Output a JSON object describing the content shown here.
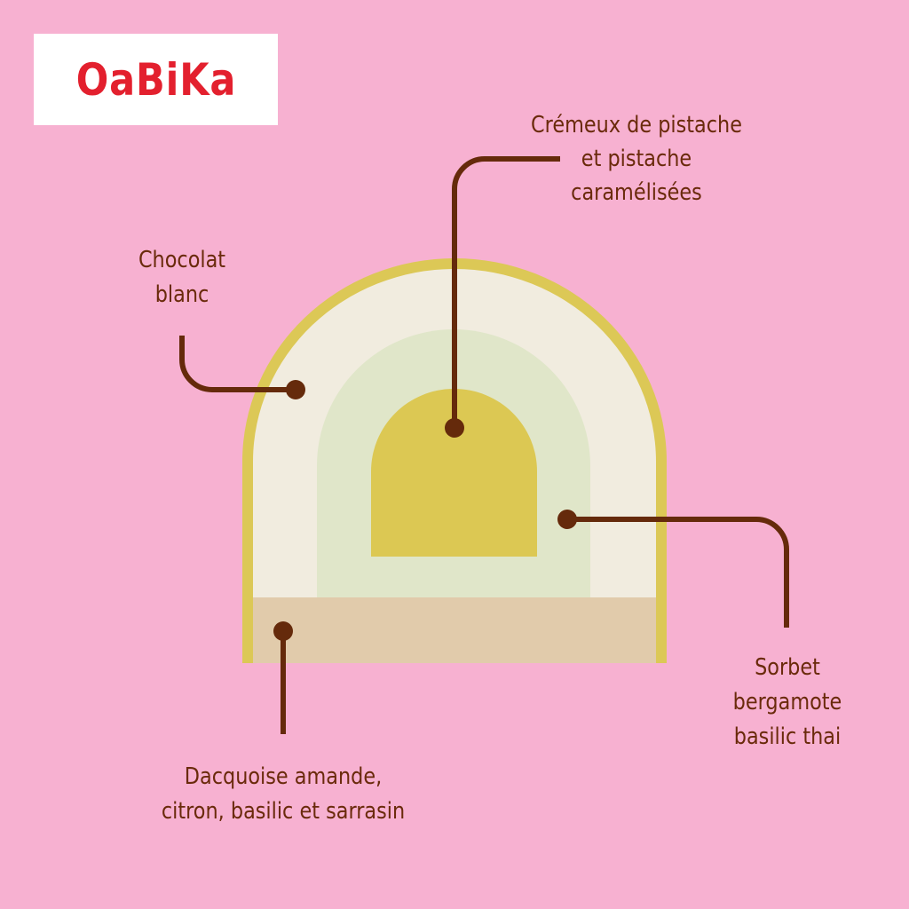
{
  "brand": {
    "logo_text": "OaBiKa",
    "logo_color": "#E3202E",
    "logo_background": "#FFFFFF"
  },
  "colors": {
    "background": "#F7B1D1",
    "rim": "#DCC856",
    "chocolat_blanc": "#F1ECDF",
    "sorbet": "#E0E6C9",
    "cremeux": "#DCC853",
    "dacquoise": "#E1CBAB",
    "leader_line": "#652A0B"
  },
  "labels": {
    "cremeux": {
      "lines": [
        "Crémeux de pistache",
        "et pistache",
        "caramélisées"
      ]
    },
    "chocolat": {
      "lines": [
        "Chocolat",
        "blanc"
      ]
    },
    "sorbet": {
      "lines": [
        "Sorbet",
        "bergamote",
        "basilic thai"
      ]
    },
    "dacquoise": {
      "lines": [
        "Dacquoise amande,",
        "citron, basilic et sarrasin"
      ]
    }
  }
}
